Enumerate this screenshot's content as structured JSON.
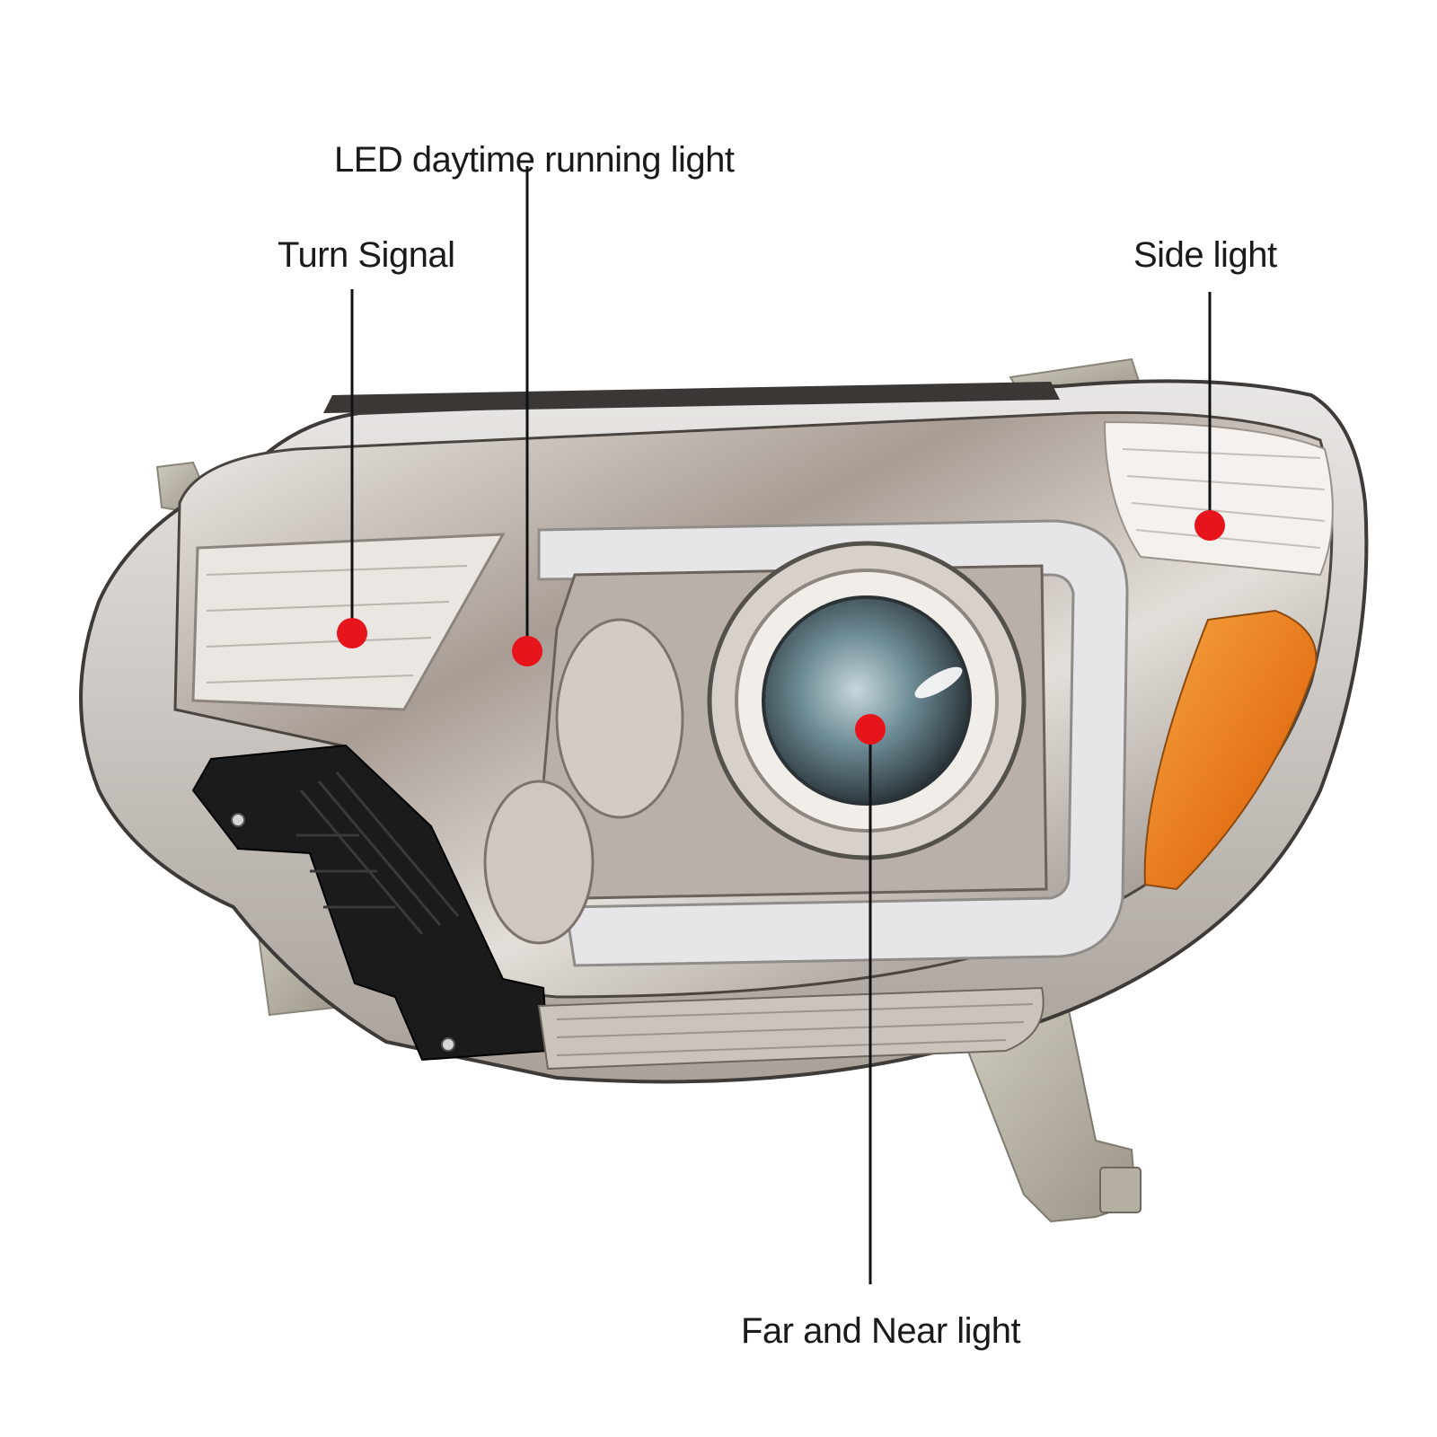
{
  "callouts": {
    "led_drl": "LED daytime running light",
    "turn_signal": "Turn Signal",
    "side_light": "Side light",
    "far_near": "Far and Near light"
  },
  "colors": {
    "background": "#ffffff",
    "marker": "#e8141c",
    "leader_line": "#111111",
    "chrome_dark": "#5f554f",
    "chrome_light": "#d9d4cf",
    "amber": "#f08a1c",
    "mount_black": "#1b1b1b",
    "bracket_beige": "#b8b3a6",
    "drl_bar": "#e6e6e8",
    "projector_lens": "#6e8c96"
  },
  "image": {
    "subject": "headlight-assembly",
    "icons": [
      "red-dot-marker",
      "leader-line"
    ]
  }
}
